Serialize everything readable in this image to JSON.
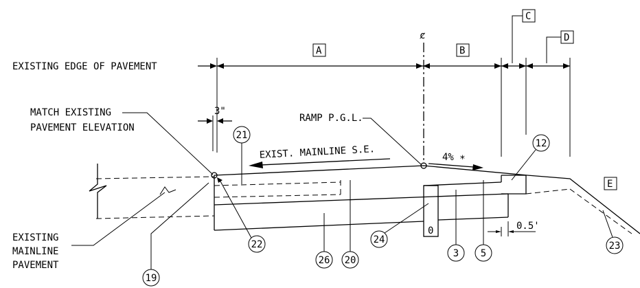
{
  "dimension_labels": {
    "a": "A",
    "b": "B",
    "c": "C",
    "d": "D",
    "e": "E"
  },
  "centerline_symbol": "ȼ",
  "notes": {
    "existing_edge": "EXISTING EDGE OF PAVEMENT",
    "match_line1": "MATCH EXISTING",
    "match_line2": "PAVEMENT ELEVATION",
    "ramp_pgl": "RAMP P.G.L.",
    "exist_mainline_se": "EXIST. MAINLINE S.E.",
    "slope": "4% ∗",
    "existing_line1": "EXISTING",
    "existing_line2": "MAINLINE",
    "existing_line3": "PAVEMENT",
    "dim_3in": "3\"",
    "dim_05ft": "0.5'",
    "zero_mark": "0"
  },
  "callouts": [
    "21",
    "12",
    "22",
    "24",
    "3",
    "5",
    "23",
    "26",
    "20",
    "19"
  ]
}
